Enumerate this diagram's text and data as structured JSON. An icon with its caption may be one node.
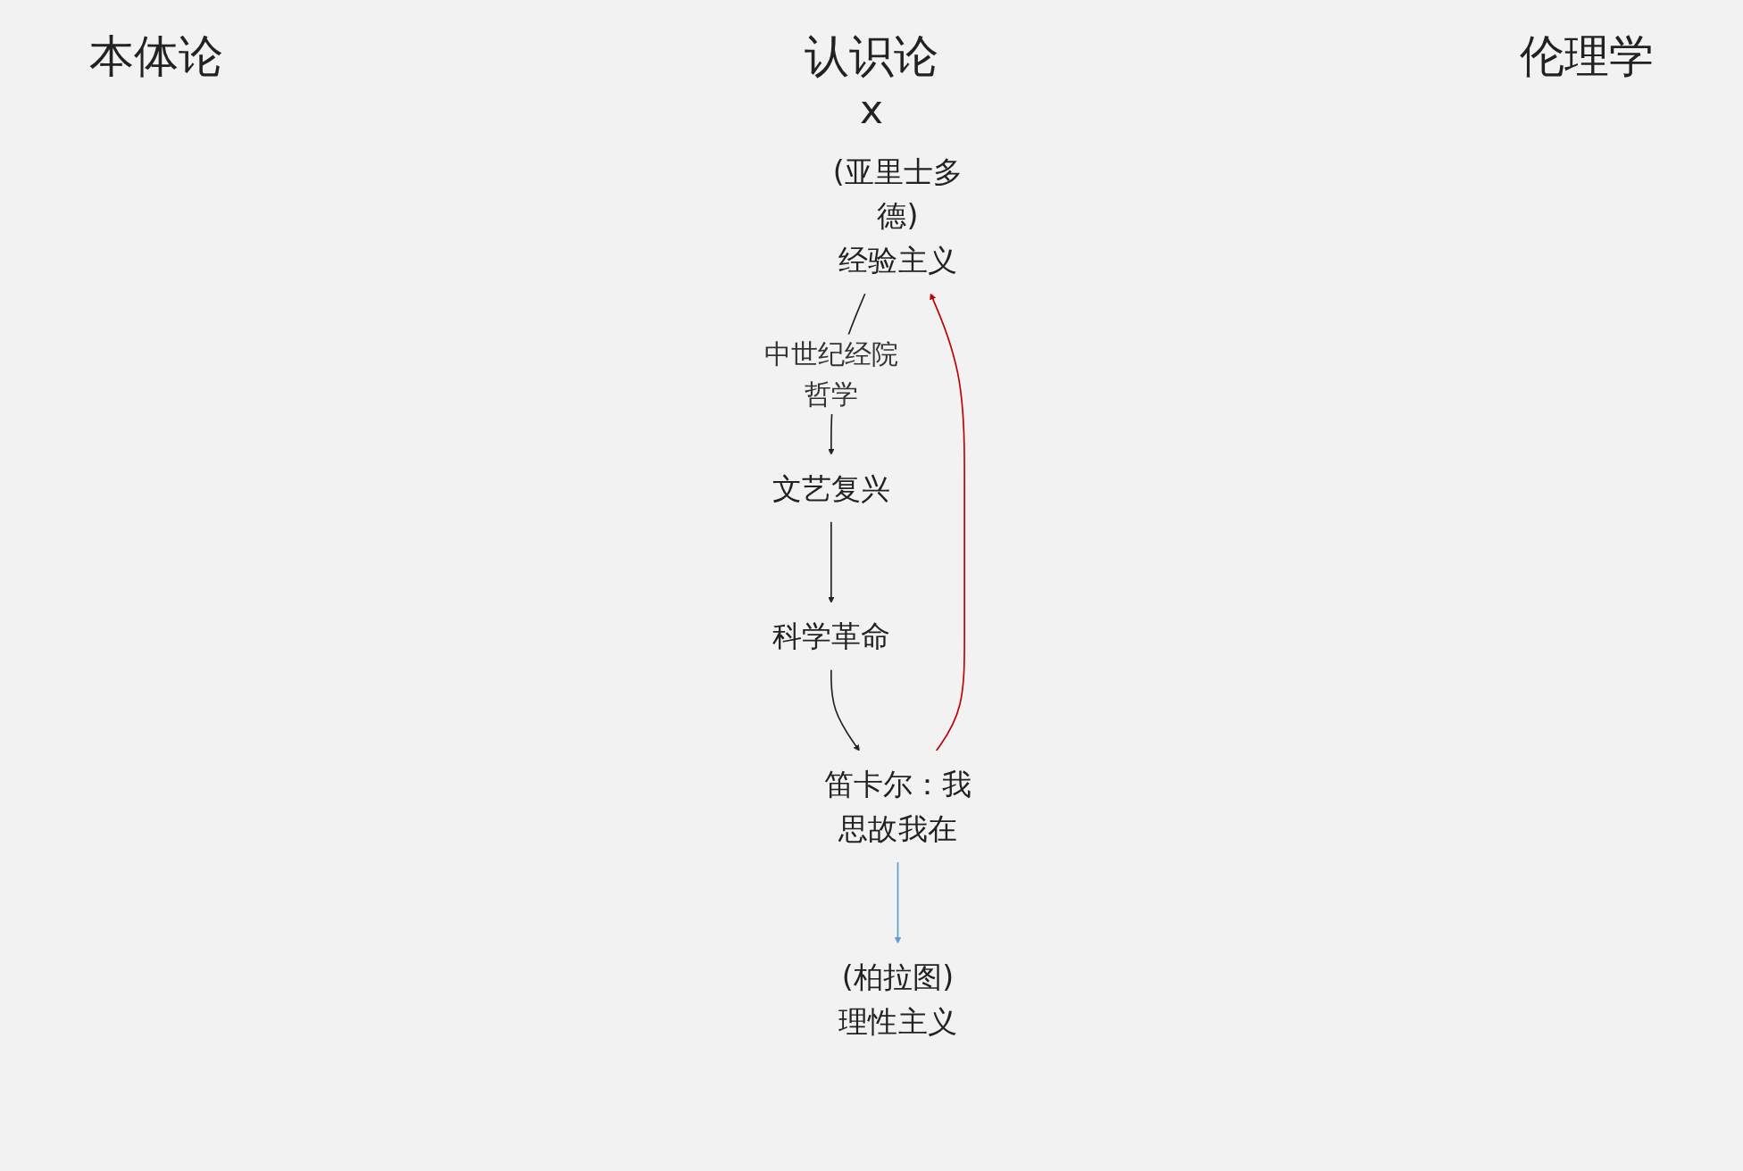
{
  "diagram": {
    "nodes": [
      {
        "text": [
          "(柏拉图)",
          "理性主义"
        ]
      },
      {
        "text": [
          "(亚里士多德)",
          "经验主义"
        ]
      },
      {
        "text": [
          "文艺复兴"
        ]
      },
      {
        "text": [
          "笛卡尔：我思故我在"
        ]
      },
      {
        "text": [
          "科学革命"
        ]
      }
    ],
    "edges": [
      {
        "from": 3,
        "to": 0,
        "arrow": "to",
        "color": "#5b9bd5"
      },
      {
        "from": 3,
        "to": 1,
        "arrow": "to",
        "color": "#c00000"
      },
      {
        "from": 1,
        "to": 2,
        "arrow": "to",
        "label": "中世纪经院哲学"
      },
      {
        "from": 2,
        "to": 4,
        "arrow": "to"
      },
      {
        "from": 4,
        "to": 3,
        "arrow": "to"
      }
    ],
    "labels": [
      "本体论",
      "认识论",
      "伦理学",
      "x"
    ]
  }
}
